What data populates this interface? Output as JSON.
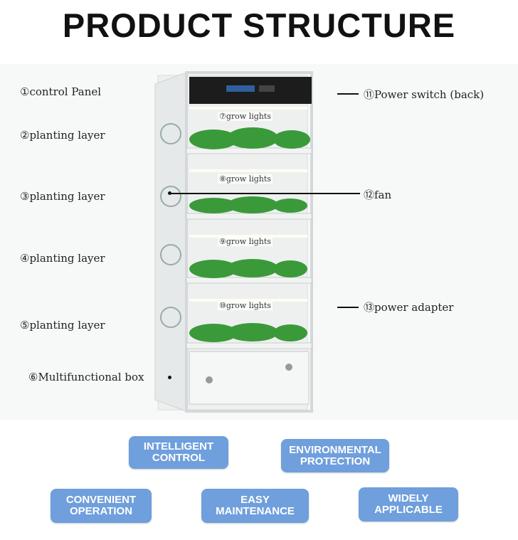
{
  "title": "PRODUCT STRUCTURE",
  "left_labels": [
    "①control Panel",
    "②planting layer",
    "③planting layer",
    "④planting layer",
    "⑤planting layer",
    "⑥Multifunctional box"
  ],
  "right_labels": [
    "⑪Power switch (back)",
    "⑫fan",
    "⑬power adapter"
  ],
  "grow_lights": [
    "⑦grow lights",
    "⑧grow lights",
    "⑨grow lights",
    "⑩grow lights"
  ],
  "features": [
    "INTELLIGENT\nCONTROL",
    "ENVIRONMENTAL\nPROTECTION",
    "CONVENIENT\nOPERATION",
    "EASY\nMAINTENANCE",
    "WIDELY\nAPPLICABLE"
  ],
  "colors": {
    "badge": "#6f9fdc",
    "plant": "#3a9a3a"
  }
}
